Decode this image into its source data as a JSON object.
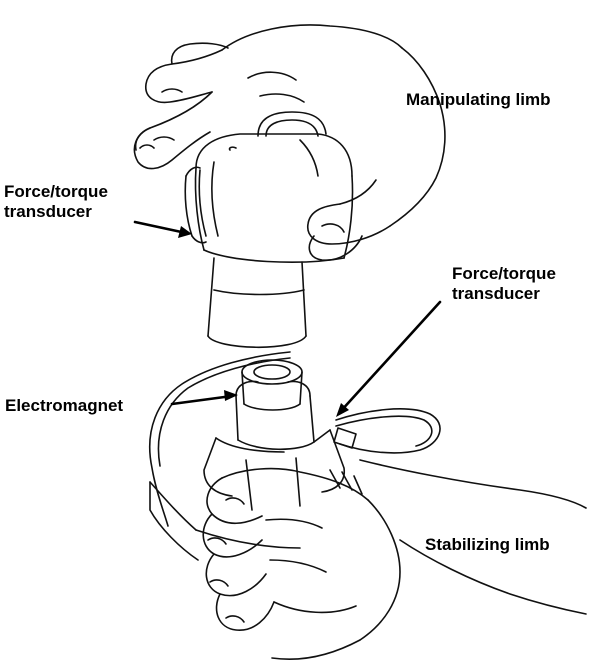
{
  "labels": {
    "manipulating_limb": "Manipulating limb",
    "force_torque_top": [
      "Force/torque",
      "transducer"
    ],
    "force_torque_right": [
      "Force/torque",
      "transducer"
    ],
    "electromagnet": "Electromagnet",
    "stabilizing_limb": "Stabilizing limb"
  },
  "colors": {
    "ink": "#000000",
    "background": "#ffffff"
  }
}
